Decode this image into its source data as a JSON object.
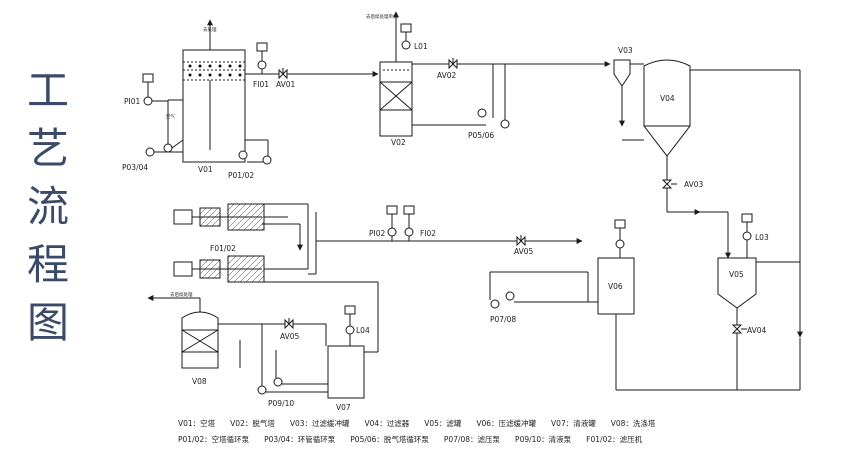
{
  "title_chars": [
    "工",
    "艺",
    "流",
    "程",
    "图"
  ],
  "labels": {
    "V01": "V01",
    "V02": "V02",
    "V03": "V03",
    "V04": "V04",
    "V05": "V05",
    "V06": "V06",
    "V07": "V07",
    "V08": "V08",
    "PI01": "PI01",
    "FI01": "FI01",
    "AV01": "AV01",
    "L01": "L01",
    "AV02": "AV02",
    "P05_06": "P05/06",
    "AV03": "AV03",
    "L03": "L03",
    "AV04": "AV04",
    "PI02": "PI02",
    "FI02": "FI02",
    "AV05a": "AV05",
    "AV05b": "AV05",
    "F01_02": "F01/02",
    "P07_08": "P07/08",
    "L04": "L04",
    "P09_10": "P09/10",
    "P03_04": "P03/04",
    "P01_02": "P01/02"
  },
  "tiny_texts": {
    "top_v01": "去处理",
    "top_v02": "去后续处理单元",
    "air": "空气",
    "v08_out": "去后续处理"
  },
  "legend": {
    "row1": "V01：空塔　　V02：脱气塔　　V03：过滤缓冲罐　　V04：过滤器　　V05：滤罐　　V06：压滤缓冲罐　　V07：清液罐　　V08：洗涤塔",
    "row2": "P01/02：空塔循环泵　　P03/04：环管循环泵　　P05/06：脱气塔循环泵　　P07/08：滤压泵　　P09/10：清液泵　　F01/02：滤压机"
  },
  "colors": {
    "title": "#3b4a66",
    "line": "#1a1a1a"
  }
}
